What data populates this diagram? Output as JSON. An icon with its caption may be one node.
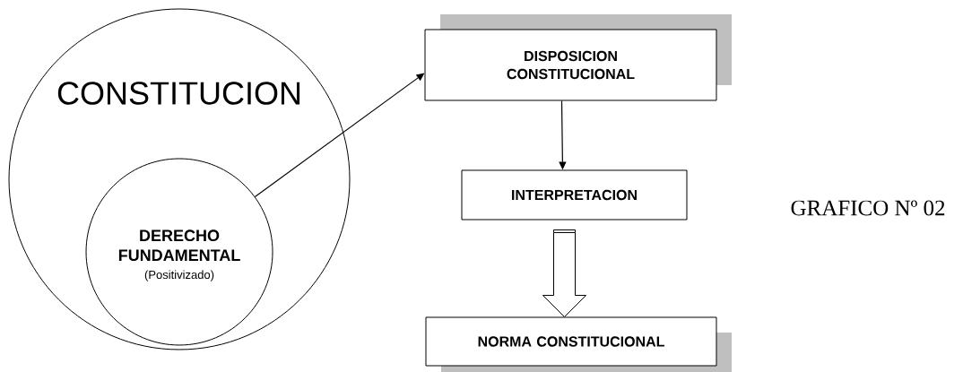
{
  "diagram": {
    "nodes": [
      {
        "text": [
          "CONSTITUCION"
        ]
      },
      {
        "text": [
          "DERECHO FUNDAMENTAL",
          "(Positivizado)"
        ],
        "in": 0
      },
      {
        "text": [
          "DISPOSICION CONSTITUCIONAL"
        ]
      },
      {
        "text": [
          "INTERPRETACION"
        ]
      },
      {
        "text": [
          "NORMA CONSTITUCIONAL"
        ]
      }
    ],
    "edges": [
      {
        "from": 1,
        "to": 2,
        "arrow": "to"
      },
      {
        "from": 2,
        "to": 3,
        "arrow": "to"
      },
      {
        "from": 3,
        "to": 4,
        "arrow": "to",
        "style": "thick"
      }
    ],
    "labels": [
      "GRAFICO Nº 02"
    ]
  }
}
